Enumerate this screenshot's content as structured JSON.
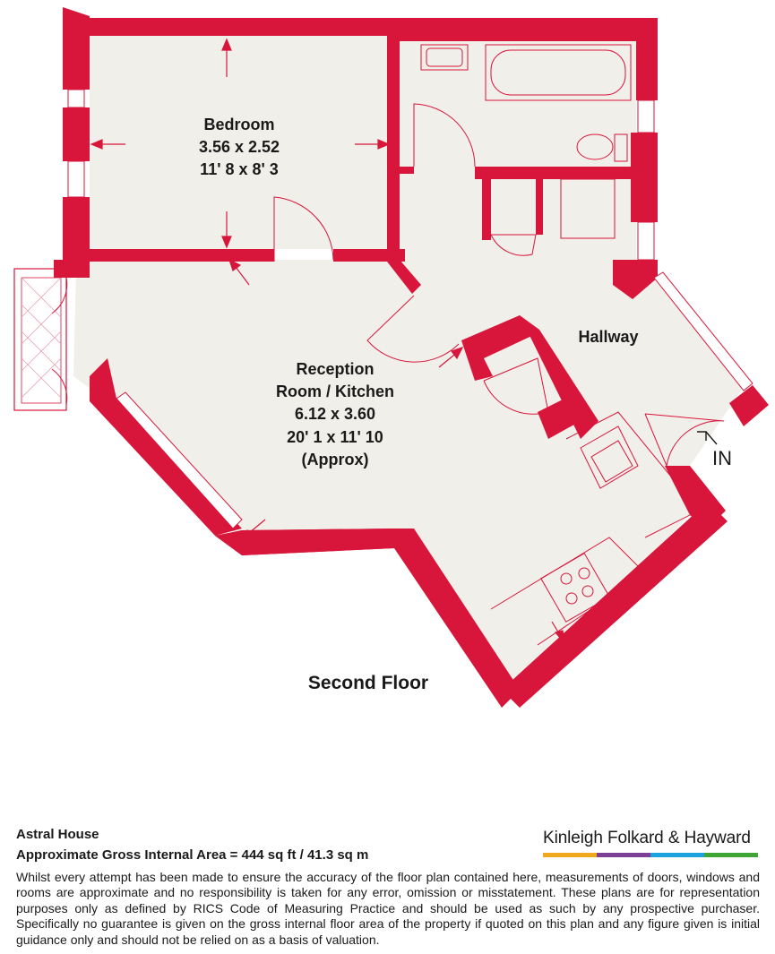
{
  "plan": {
    "floor_label": "Second Floor",
    "entrance_label": "IN",
    "rooms": {
      "bedroom": {
        "name": "Bedroom",
        "metric": "3.56 x 2.52",
        "imperial": "11' 8 x 8' 3"
      },
      "hallway": {
        "name": "Hallway"
      },
      "reception": {
        "line1": "Reception",
        "line2": "Room / Kitchen",
        "metric": "6.12 x 3.60",
        "imperial": "20' 1 x 11' 10",
        "note": "(Approx)"
      }
    },
    "colors": {
      "wall": "#d8163b",
      "floor": "#f1efea",
      "fixture": "#d8163b"
    }
  },
  "footer": {
    "property_name": "Astral House",
    "gross_internal_area": "Approximate Gross Internal Area = 444 sq ft / 41.3 sq m",
    "disclaimer": "Whilst every attempt has been made to ensure the accuracy of the floor plan contained here, measurements of doors, windows and rooms are approximate and no responsibility is taken for any error, omission or misstatement. These plans are for representation purposes only as defined by RICS Code of Measuring Practice and should be used as such by any prospective purchaser. Specifically no guarantee is given on the gross internal floor area of the property if quoted on this plan and any figure given is initial guidance only and should not be relied on as a basis of valuation."
  },
  "brand": {
    "name": "Kinleigh Folkard & Hayward",
    "bar_colors": [
      "#f0a81c",
      "#7b3f97",
      "#1ca3dd",
      "#3fa535"
    ]
  }
}
